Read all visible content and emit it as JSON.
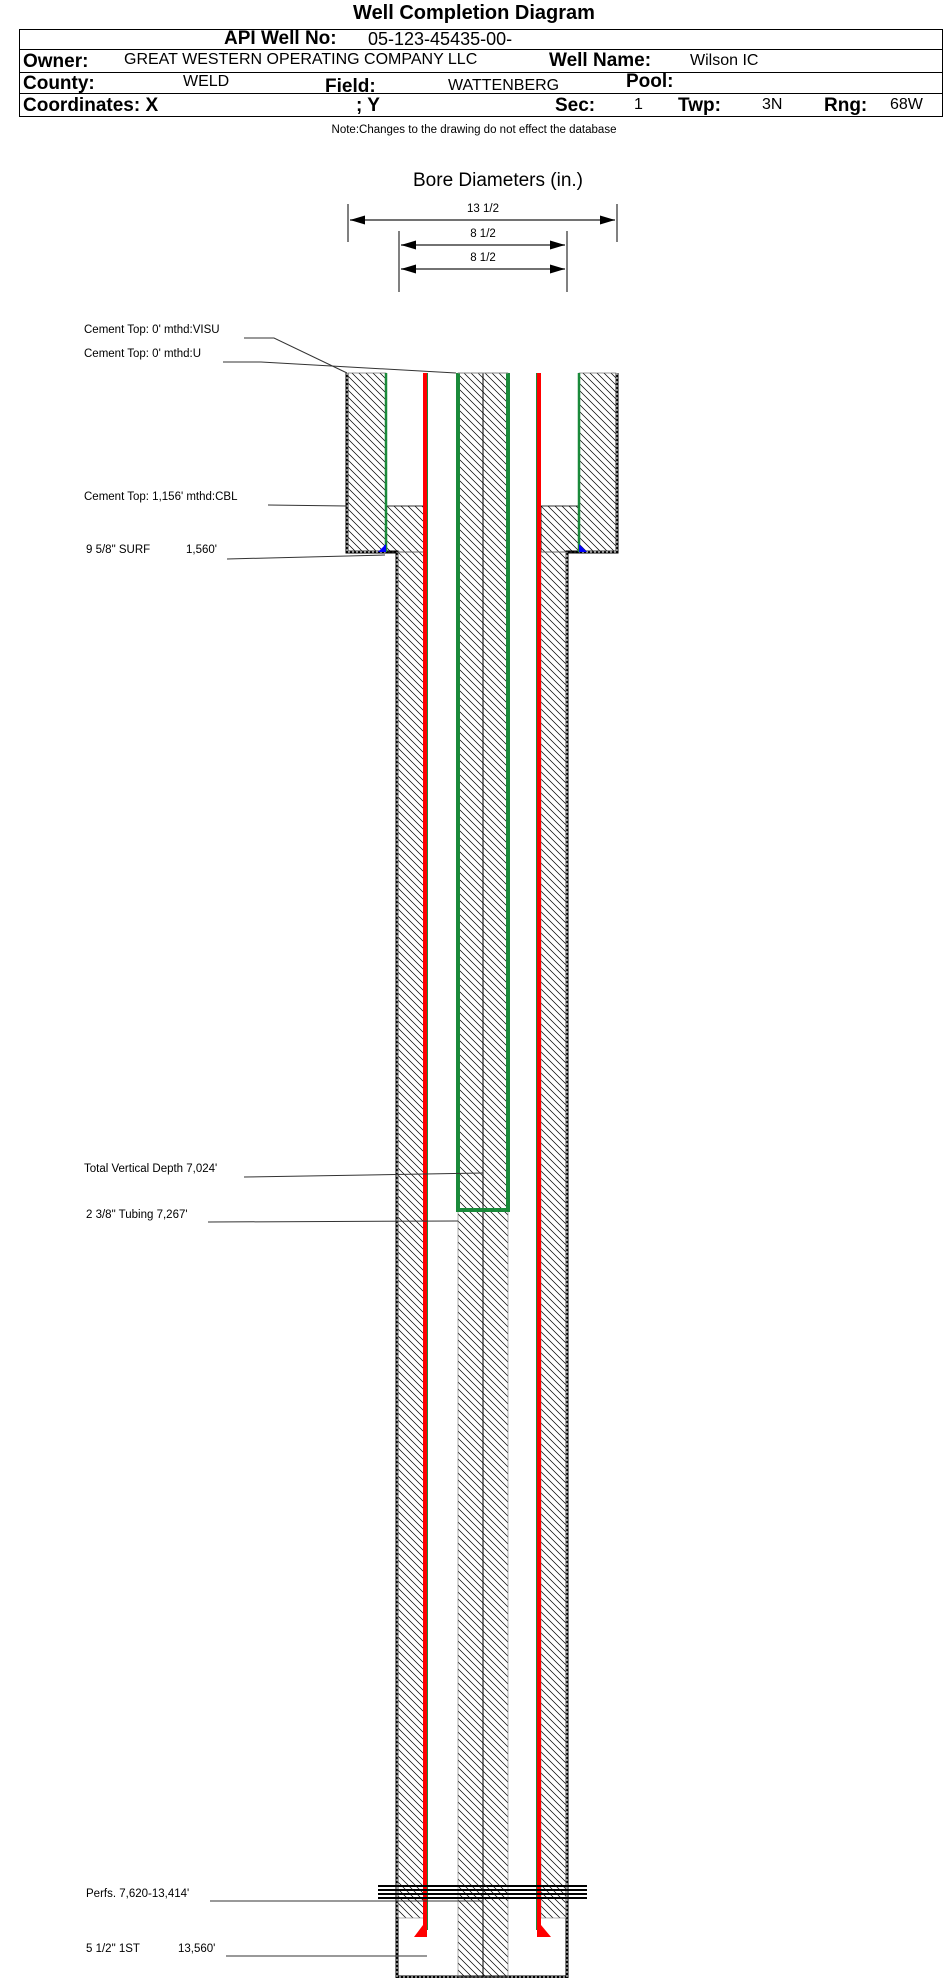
{
  "header": {
    "title": "Well Completion Diagram",
    "api_label": "API Well No:",
    "api_value": "05-123-45435-00-",
    "owner_label": "Owner:",
    "owner_value": "GREAT WESTERN OPERATING COMPANY LLC",
    "well_name_label": "Well Name:",
    "well_name_value": "Wilson IC",
    "county_label": "County:",
    "county_value": "WELD",
    "field_label": "Field:",
    "field_value": "WATTENBERG",
    "pool_label": "Pool:",
    "coord_x_label": "Coordinates: X",
    "coord_y_label": "; Y",
    "sec_label": "Sec:",
    "sec_value": "1",
    "twp_label": "Twp:",
    "twp_value": "3N",
    "rng_label": "Rng:",
    "rng_value": "68W",
    "note": "Note:Changes to the drawing do not effect the database"
  },
  "bore": {
    "title": "Bore Diameters (in.)",
    "diameters": [
      "13 1/2",
      "8 1/2",
      "8 1/2"
    ]
  },
  "annotations": {
    "cement_top_visu": "Cement Top: 0' mthd:VISU",
    "cement_top_u": "Cement Top: 0' mthd:U",
    "cement_top_cbl": "Cement Top: 1,156' mthd:CBL",
    "surf_casing": "9 5/8\" SURF",
    "surf_depth": "1,560'",
    "tvd": "Total Vertical Depth 7,024'",
    "tubing": "2 3/8\" Tubing 7,267'",
    "perfs": "Perfs. 7,620-13,414'",
    "prod_casing": "5 1/2\" 1ST",
    "prod_depth": "13,560'"
  },
  "colors": {
    "casing_red": "#ff0000",
    "casing_green": "#1a8a3a",
    "shoe_blue": "#0000ff"
  }
}
